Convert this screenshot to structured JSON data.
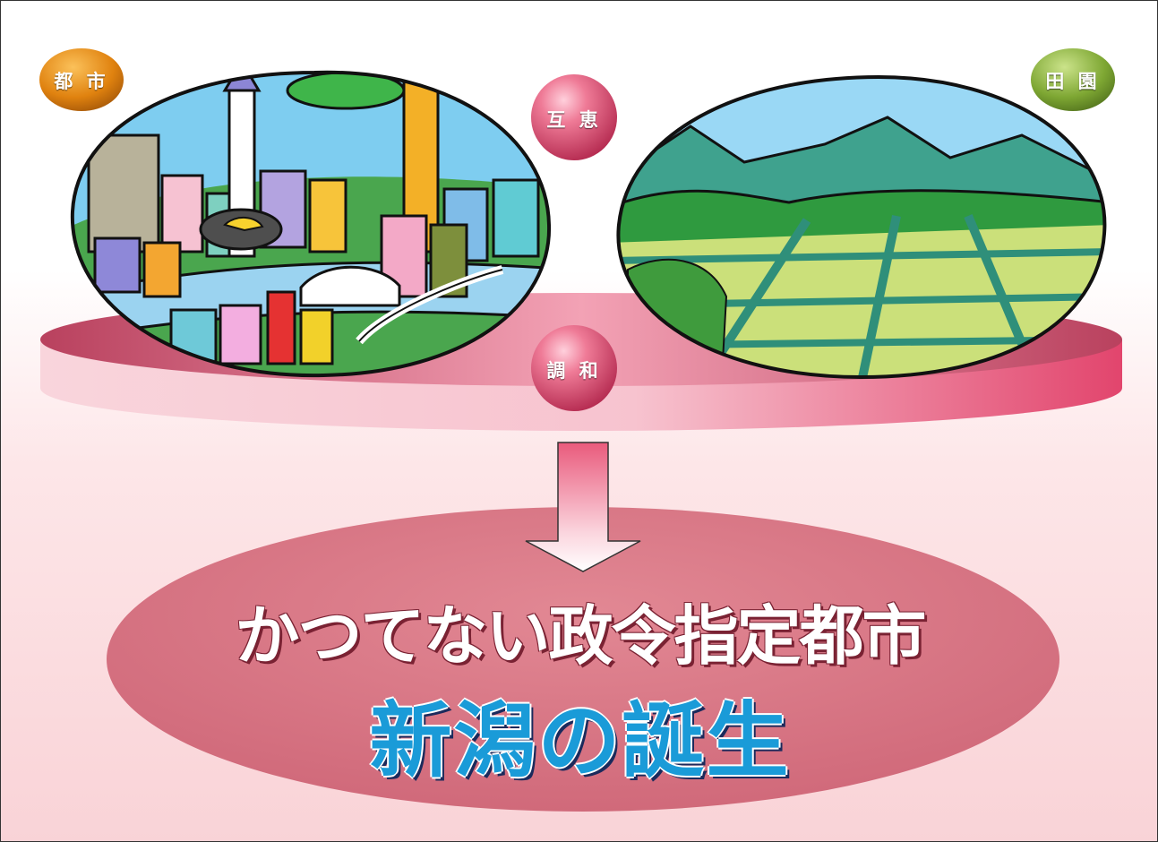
{
  "labels": {
    "city": "都 市",
    "countryside": "田 園",
    "mutual_benefit": "互 恵",
    "harmony": "調 和"
  },
  "headline": {
    "line1": "かつてない政令指定都市",
    "line2": "新潟の誕生"
  },
  "colors": {
    "city_badge": "#e0820f",
    "countryside_badge": "#7ea733",
    "sphere": "#e0506f",
    "platform": "#e55a7c",
    "arrow": "#e8607e",
    "oval": "#d67583",
    "headline_line1": "#ffffff",
    "headline_line2": "#1a9bd8"
  },
  "illustrations": {
    "left": "city-skyline-illustration",
    "right": "rice-field-countryside-illustration"
  }
}
